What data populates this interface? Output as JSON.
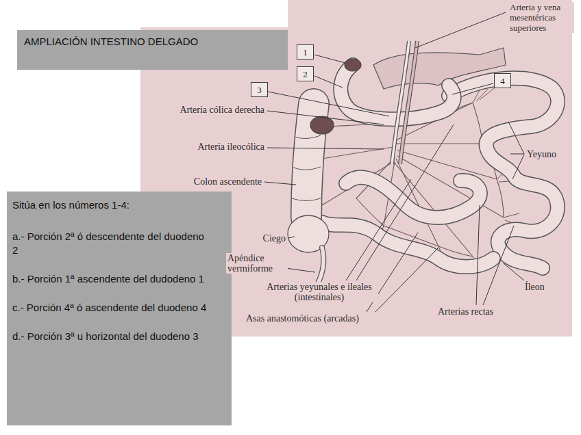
{
  "diagram": {
    "title": "AMPLIACIÓN INTESTINO DELGADO",
    "nodes": [
      {
        "text": [
          "1"
        ]
      },
      {
        "text": [
          "2"
        ]
      },
      {
        "text": [
          "3"
        ]
      },
      {
        "text": [
          "4"
        ]
      },
      {
        "text": [
          "Sitúa en los números 1-4:",
          "a.- Porción 2ª ó descendente del duodeno 2",
          "b.- Porción 1ª ascendente del dudodeno 1",
          "c.- Porción 4ª ó ascendente del duodeno 4",
          "d.- Porción 3ª u horizontal del duodeno 3"
        ]
      }
    ],
    "labels": [
      "Arteria y vena mesentéricas superiores",
      "Arteria cólica derecha",
      "Arteria ileocólica",
      "Colon ascendente",
      "Yeyuno",
      "Ciego",
      "Apéndice vermiforme",
      "Arterias yeyunales e ileales (intestinales)",
      "Asas anastomóticas (arcadas)",
      "Íleon",
      "Arterias rectas"
    ]
  }
}
